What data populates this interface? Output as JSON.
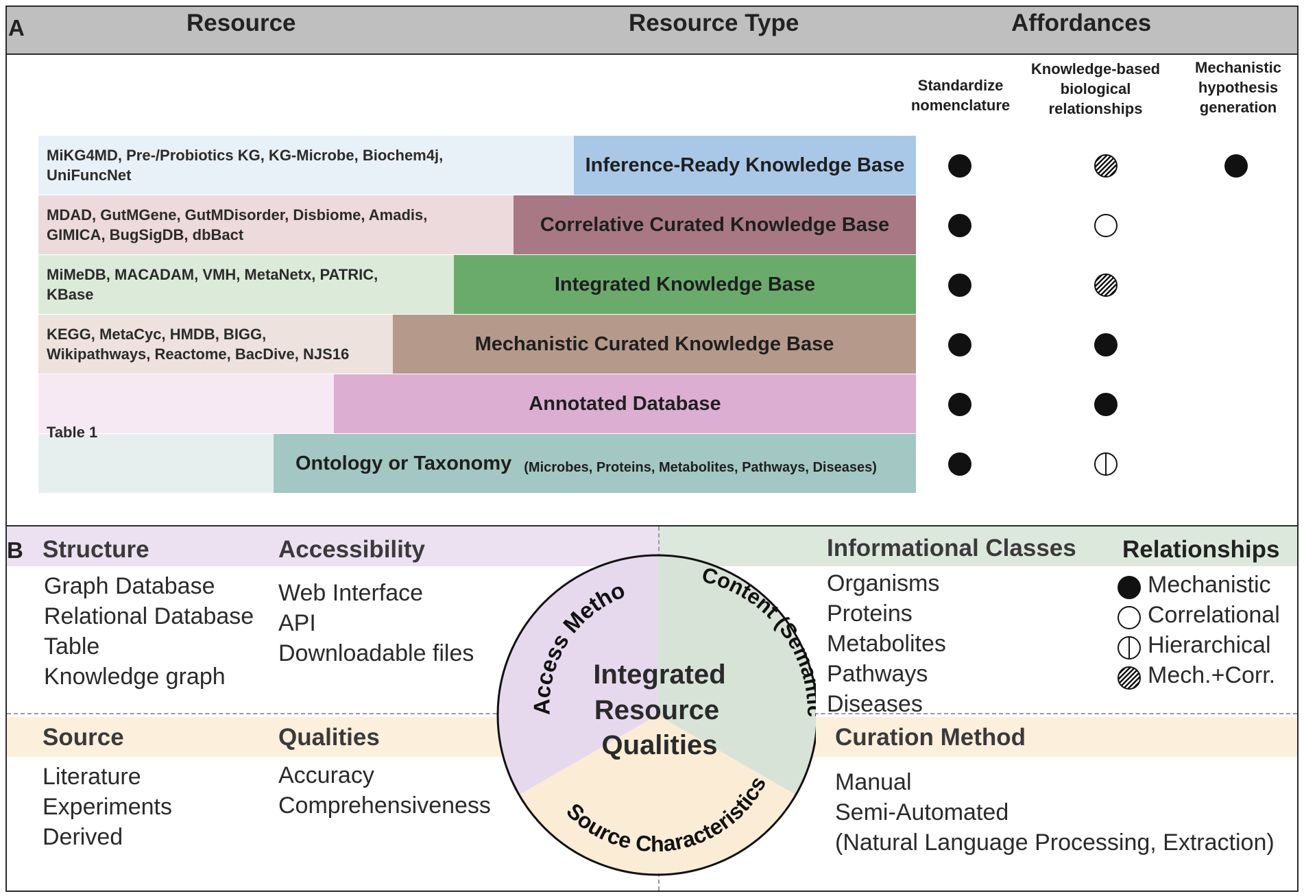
{
  "panel_a": {
    "letter": "A",
    "headers": {
      "resource": "Resource",
      "resource_type": "Resource Type",
      "affordances": "Affordances"
    },
    "affordance_columns": [
      "Standardize\nnomenclature",
      "Knowledge-based\nbiological\nrelationships",
      "Mechanistic\nhypothesis\ngeneration"
    ],
    "rows": [
      {
        "resources": "MiKG4MD, Pre-/Probiotics KG, KG-Microbe, Biochem4j,\nUniFuncNet",
        "type": "Inference-Ready Knowledge Base",
        "type_color": "#a9c8e8",
        "res_color": "#e9f1f8",
        "affordances": [
          "filled",
          "hatched",
          "filled"
        ]
      },
      {
        "resources": "MDAD, GutMGene, GutMDisorder, Disbiome, Amadis,\nGIMICA, BugSigDB, dbBact",
        "type": "Correlative Curated Knowledge Base",
        "type_color": "#a87985",
        "res_color": "#ecdadc",
        "affordances": [
          "filled",
          "open",
          ""
        ]
      },
      {
        "resources": "MiMeDB, MACADAM, VMH, MetaNetx, PATRIC,\nKBase",
        "type": "Integrated Knowledge Base",
        "type_color": "#6aab6c",
        "res_color": "#dcebd9",
        "affordances": [
          "filled",
          "hatched",
          ""
        ]
      },
      {
        "resources": "KEGG, MetaCyc, HMDB, BIGG,\nWikipathways, Reactome, BacDive, NJS16",
        "type": "Mechanistic Curated Knowledge Base",
        "type_color": "#b59a8b",
        "res_color": "#ede2dd",
        "affordances": [
          "filled",
          "filled",
          ""
        ]
      },
      {
        "resources": "",
        "type": "Annotated Database",
        "type_color": "#dbaed2",
        "res_color": "#f6e9f3",
        "affordances": [
          "filled",
          "filled",
          ""
        ]
      },
      {
        "resources": "Table 1",
        "type": "Ontology or Taxonomy",
        "type_sub": "(Microbes, Proteins, Metabolites, Pathways, Diseases)",
        "type_color": "#a3c7c3",
        "res_color": "#e7efee",
        "affordances": [
          "filled",
          "half",
          ""
        ]
      }
    ]
  },
  "panel_b": {
    "letter": "B",
    "structure": {
      "title": "Structure",
      "items": [
        "Graph Database",
        "Relational Database",
        "Table",
        "Knowledge graph"
      ]
    },
    "accessibility": {
      "title": "Accessibility",
      "items": [
        "Web Interface",
        "API",
        "Downloadable files"
      ]
    },
    "informational_classes": {
      "title": "Informational Classes",
      "items": [
        "Organisms",
        "Proteins",
        "Metabolites",
        "Pathways",
        "Diseases"
      ]
    },
    "relationships": {
      "title": "Relationships",
      "items": [
        {
          "label": "Mechanistic",
          "marker": "filled"
        },
        {
          "label": "Correlational",
          "marker": "open"
        },
        {
          "label": "Hierarchical",
          "marker": "half"
        },
        {
          "label": "Mech.+Corr.",
          "marker": "hatched"
        }
      ]
    },
    "source": {
      "title": "Source",
      "items": [
        "Literature",
        "Experiments",
        "Derived"
      ]
    },
    "qualities": {
      "title": "Qualities",
      "items": [
        "Accuracy",
        "Comprehensiveness"
      ]
    },
    "curation": {
      "title": "Curation Method",
      "items": [
        "Manual",
        "Semi-Automated",
        "(Natural Language Processing, Extraction)"
      ]
    },
    "center": {
      "title_lines": [
        "Integrated",
        "Resource",
        "Qualities"
      ],
      "arc_access": "Access Methods",
      "arc_content": "Content (Semantics)",
      "arc_source": "Source Characteristics"
    },
    "colors": {
      "purple": "#ebe1f1",
      "green": "#dde8dd",
      "peach": "#fcefdc",
      "circle_purple": "#e6d9ee",
      "circle_green": "#d8e3d8",
      "circle_peach": "#fbecd6"
    }
  }
}
